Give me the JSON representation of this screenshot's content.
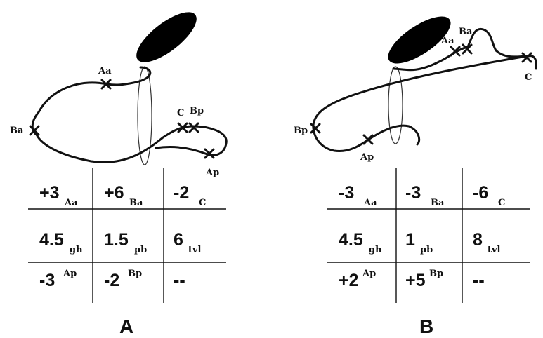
{
  "panels": [
    {
      "id": "A",
      "caption": "A",
      "site_labels": {
        "Aa": "Aa",
        "Ba": "Ba",
        "C": "C",
        "Bp": "Bp",
        "Ap": "Ap"
      },
      "table": {
        "rows": [
          [
            {
              "value": "+3",
              "sub": "Aa",
              "sup": ""
            },
            {
              "value": "+6",
              "sub": "Ba",
              "sup": ""
            },
            {
              "value": "-2",
              "sub": "C",
              "sup": ""
            }
          ],
          [
            {
              "value": "4.5",
              "sub": "gh",
              "sup": ""
            },
            {
              "value": "1.5",
              "sub": "pb",
              "sup": ""
            },
            {
              "value": "6",
              "sub": "tvl",
              "sup": ""
            }
          ],
          [
            {
              "value": "-3",
              "sub": "",
              "sup": "Ap"
            },
            {
              "value": "-2",
              "sub": "",
              "sup": "Bp"
            },
            {
              "value": "--",
              "sub": "",
              "sup": ""
            }
          ]
        ]
      }
    },
    {
      "id": "B",
      "caption": "B",
      "site_labels": {
        "Aa": "Aa",
        "Ba": "Ba",
        "C": "C",
        "Bp": "Bp",
        "Ap": "Ap"
      },
      "table": {
        "rows": [
          [
            {
              "value": "-3",
              "sub": "Aa",
              "sup": ""
            },
            {
              "value": "-3",
              "sub": "Ba",
              "sup": ""
            },
            {
              "value": "-6",
              "sub": "C",
              "sup": ""
            }
          ],
          [
            {
              "value": "4.5",
              "sub": "gh",
              "sup": ""
            },
            {
              "value": "1",
              "sub": "pb",
              "sup": ""
            },
            {
              "value": "8",
              "sub": "tvl",
              "sup": ""
            }
          ],
          [
            {
              "value": "+2",
              "sub": "",
              "sup": "Ap"
            },
            {
              "value": "+5",
              "sub": "",
              "sup": "Bp"
            },
            {
              "value": "--",
              "sub": "",
              "sup": ""
            }
          ]
        ]
      }
    }
  ]
}
